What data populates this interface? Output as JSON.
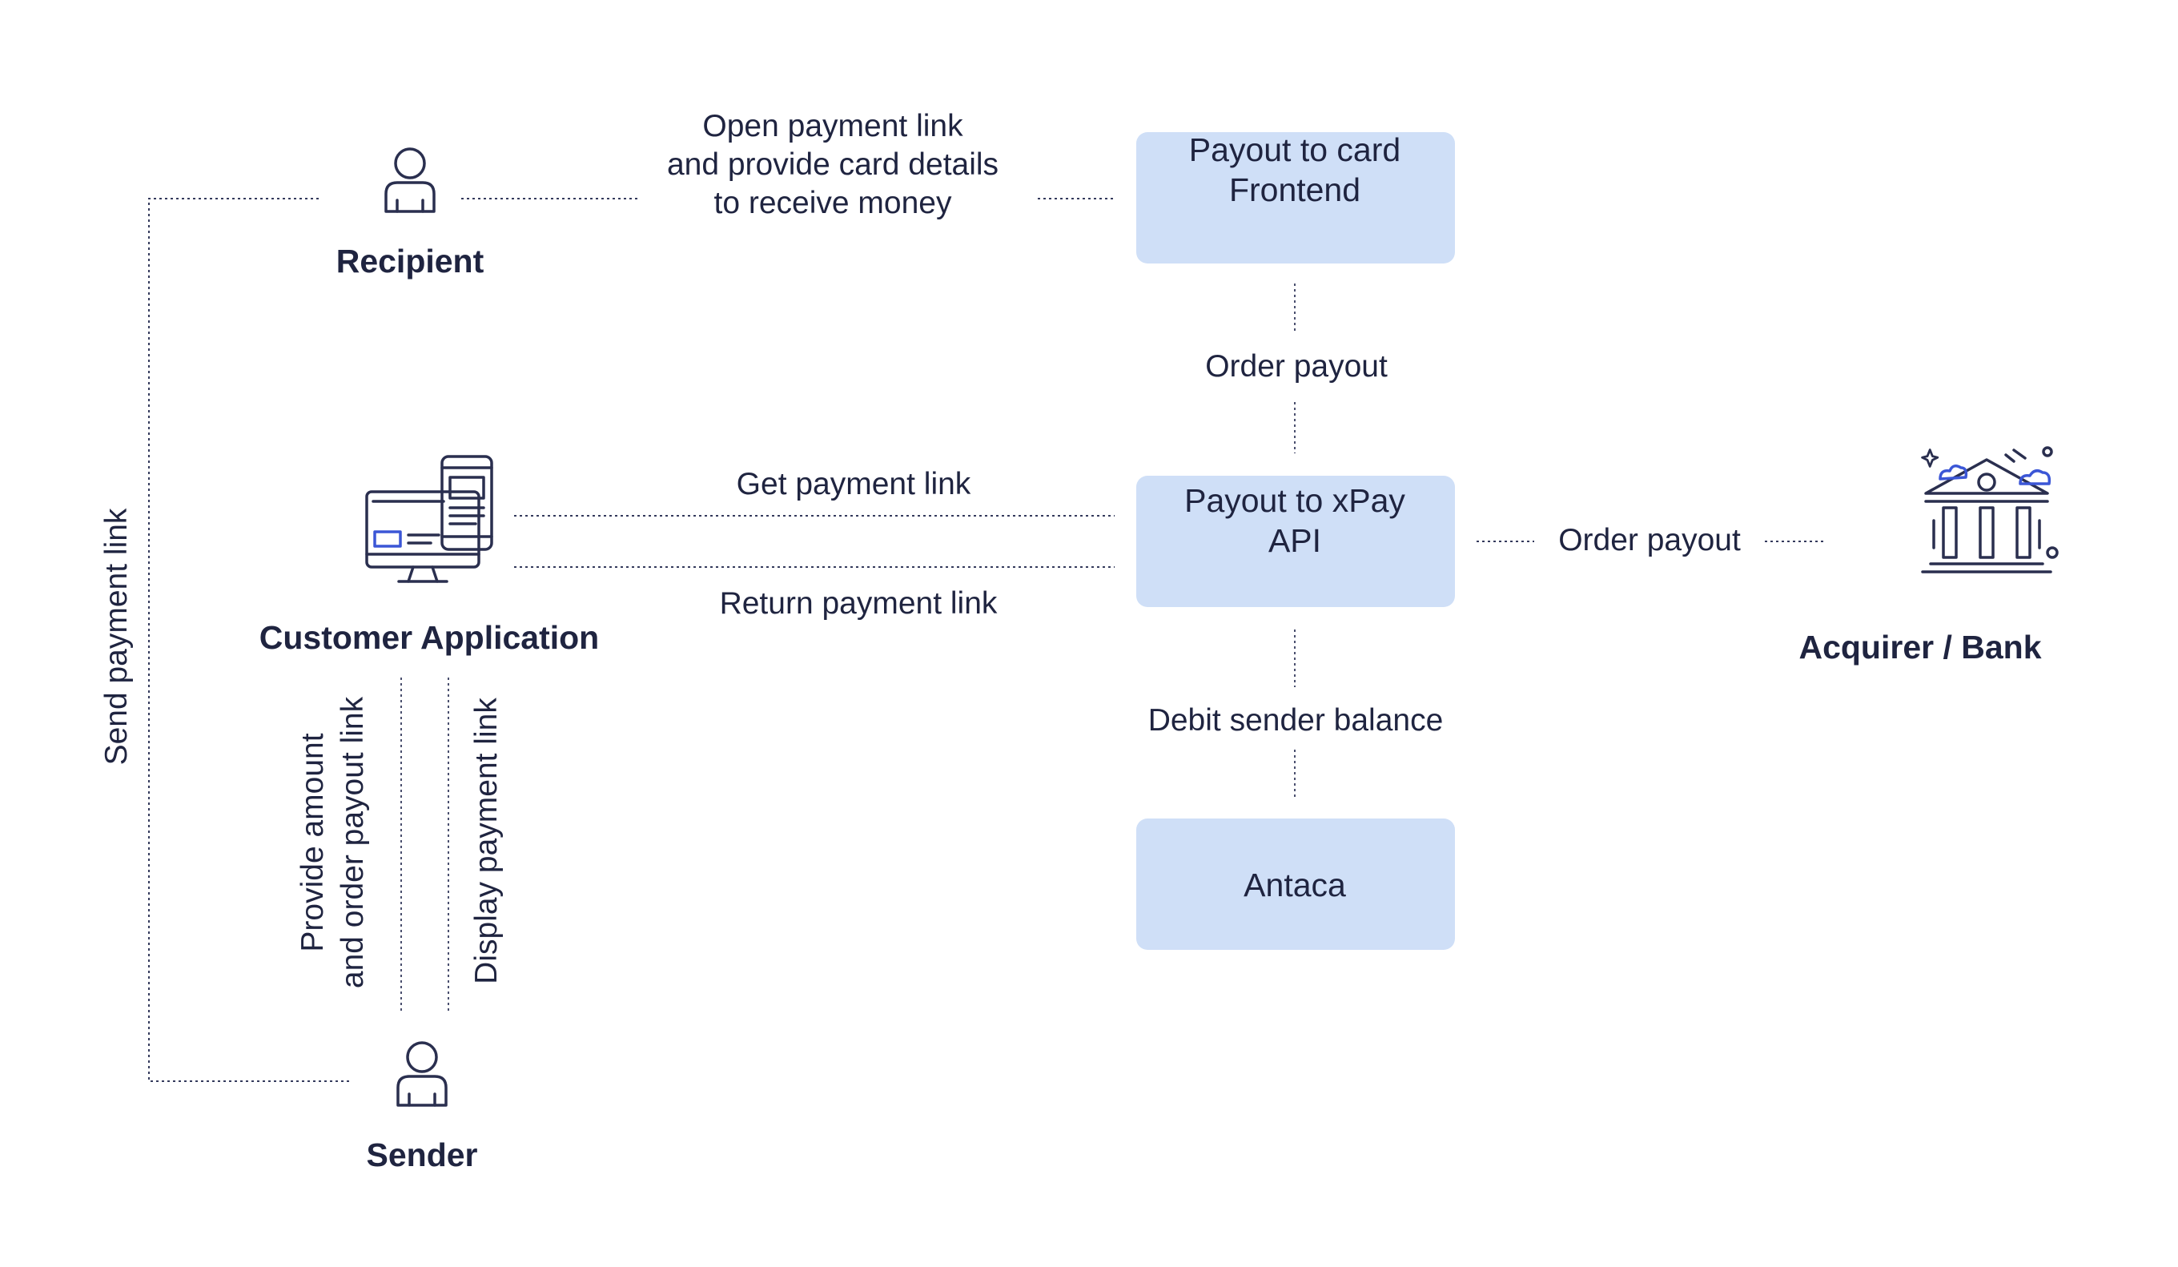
{
  "nodes": {
    "frontend": "Payout to card\nFrontend",
    "api": "Payout to xPay\nAPI",
    "antaca": "Antaca"
  },
  "actors": {
    "recipient": "Recipient",
    "customer_app": "Customer Application",
    "sender": "Sender",
    "bank": "Acquirer / Bank"
  },
  "edges": {
    "recipient_frontend": "Open payment link\nand provide card details\nto receive money",
    "frontend_api": "Order payout",
    "get_link": "Get payment link",
    "return_link": "Return payment link",
    "api_bank": "Order payout",
    "api_antaca": "Debit sender balance",
    "send_link": "Send payment link",
    "provide_amount": "Provide amount\nand order payout link",
    "display_link": "Display payment link"
  },
  "colors": {
    "box_fill": "#cfdff7",
    "text": "#1f2440",
    "icon_accent": "#3b56d6"
  }
}
